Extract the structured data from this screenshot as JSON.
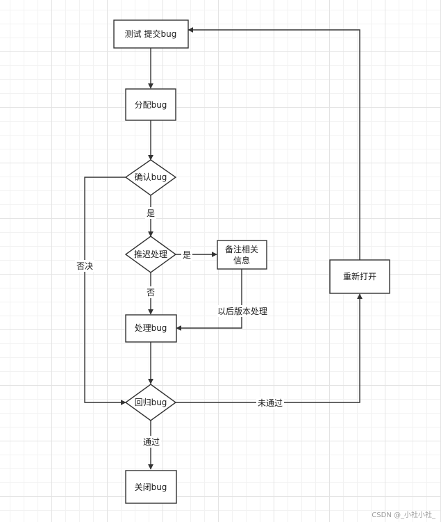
{
  "nodes": {
    "submit": "测试 提交bug",
    "assign": "分配bug",
    "confirm": "确认bug",
    "defer": "推迟处理",
    "note_line1": "备注相关",
    "note_line2": "信息",
    "handle": "处理bug",
    "regression": "回归bug",
    "close": "关闭bug",
    "reopen": "重新打开"
  },
  "edges": {
    "confirm_yes": "是",
    "confirm_reject": "否决",
    "defer_yes": "是",
    "defer_no": "否",
    "later_version": "以后版本处理",
    "not_passed": "未通过",
    "passed": "通过"
  },
  "watermark": "CSDN @_小社小社_"
}
